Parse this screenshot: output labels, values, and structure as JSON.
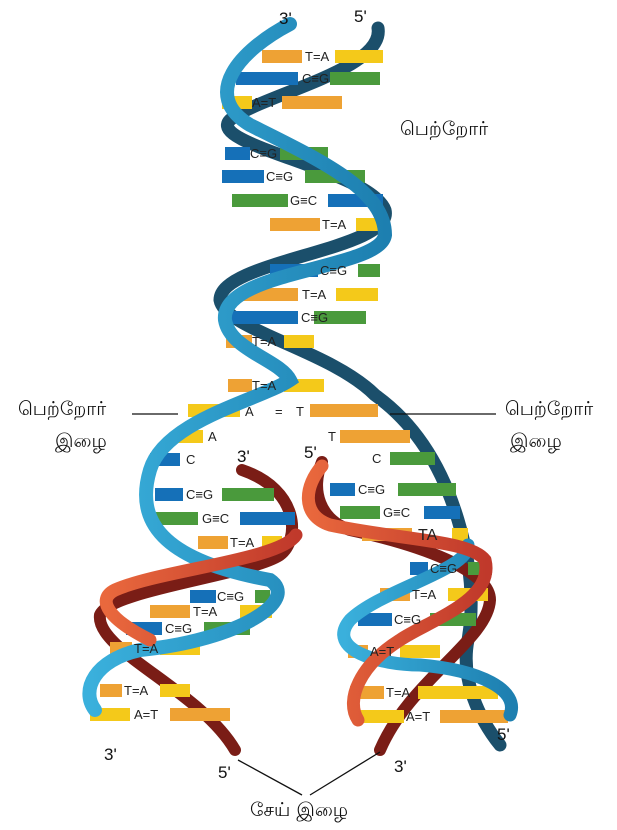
{
  "labels": {
    "parent_molecule": "பெற்றோர்",
    "parent_strand_left_1": "பெற்றோர்",
    "parent_strand_left_2": "இழை",
    "parent_strand_right_1": "பெற்றோர்",
    "parent_strand_right_2": "இழை",
    "daughter_strand": "சேய் இழை"
  },
  "ends": {
    "top_left": "3'",
    "top_right": "5'",
    "fork_left_inner": "3'",
    "fork_right_inner": "5'",
    "bottom_left_outer": "3'",
    "bottom_left_inner": "5'",
    "bottom_right_inner": "3'",
    "bottom_right_outer": "5'"
  },
  "base_pairs": {
    "parent": [
      "T=A",
      "C≡G",
      "A=T",
      "C≡G",
      "C≡G",
      "G≡C",
      "T=A",
      "C≡G",
      "T=A",
      "C≡G",
      "T=A",
      "T=A"
    ],
    "fork": {
      "left": "A",
      "eq": "=",
      "right": "T"
    },
    "left_unpaired": [
      "A",
      "C"
    ],
    "right_unpaired": [
      "T",
      "C"
    ],
    "left_daughter": [
      "C≡G",
      "G≡C",
      "T=A",
      "C≡G",
      "T=A",
      "C≡G",
      "T=A",
      "T=A",
      "A=T"
    ],
    "right_daughter": [
      "C≡G",
      "G≡C",
      "TA",
      "C≡G",
      "T=A",
      "C≡G",
      "A=T",
      "T=A",
      "A=T"
    ]
  },
  "colors": {
    "backbone_light": "#3aa6d0",
    "backbone_dark": "#1b4f6b",
    "daughter_light": "#d9533e",
    "daughter_dark": "#7a1d16",
    "orange": "#eea234",
    "yellow": "#f4c91a",
    "blue": "#1570b8",
    "green": "#4a9a3c"
  }
}
